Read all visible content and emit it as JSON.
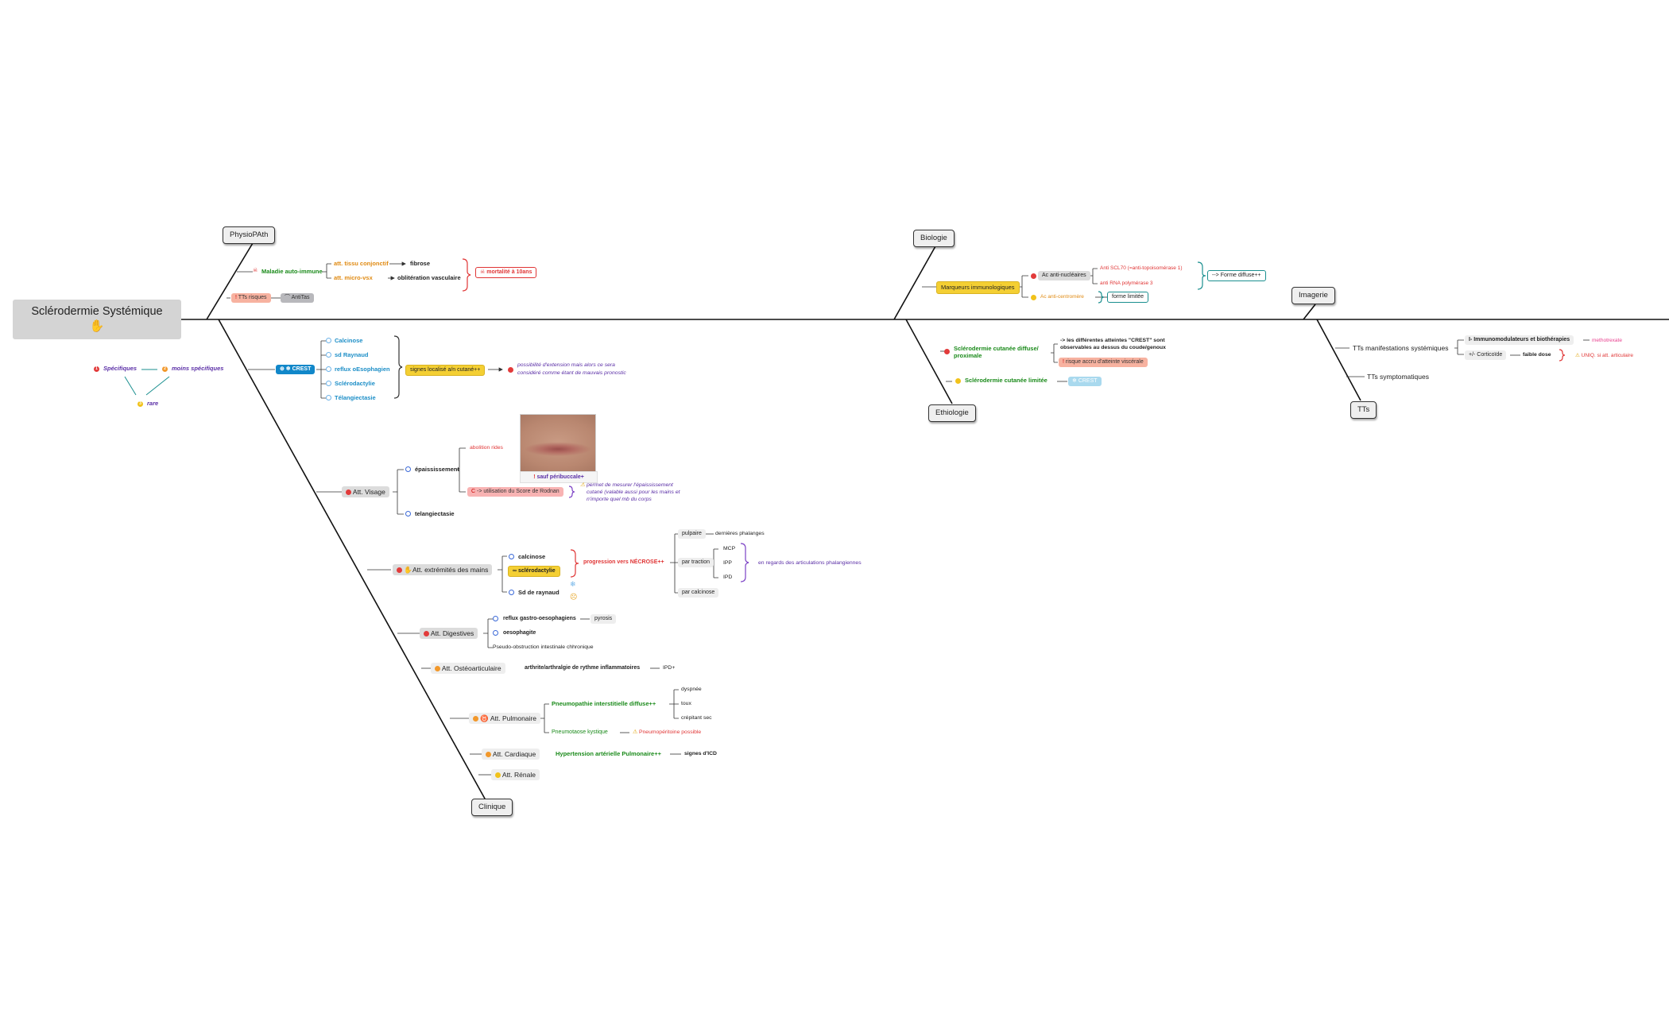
{
  "root": {
    "title": "Sclérodermie Systémique",
    "icon": "hand-icon"
  },
  "categories": {
    "physio": "PhysioPAth",
    "biologie": "Biologie",
    "imagerie": "Imagerie",
    "ethiologie": "Ethiologie",
    "tts": "TTs",
    "clinique": "Clinique"
  },
  "legend": {
    "specifiques": "Spécifiques",
    "moins": "moins spécifiques",
    "rare": "rare"
  },
  "physio": {
    "maladie": "Maladie auto-immune",
    "tissu": "att. tissu conjonctif",
    "fibrose": "fibrose",
    "microvx": "att. micro-vsx",
    "obliteration": "oblitération vasculaire",
    "mortalite": "mortalité à 10ans",
    "tts_risques": "TTs risques",
    "antitas": "AntiTas"
  },
  "biologie": {
    "marqueurs": "Marqueurs immunologiques",
    "ac_nucl": "Ac anti-nucléaires",
    "scl70": "Anti SCL70 (=anti-topoisomérase 1)",
    "rna": "anti RNA polymérase 3",
    "diffuse": "--> Forme diffuse++",
    "centro": "Ac anti-centromère",
    "limitee": "forme limitée"
  },
  "ethiologie": {
    "diffuse": "Sclérodermie cutanée diffuse/ proximale",
    "crest_text_1": "-> les différentes atteintes \"CREST\" sont",
    "crest_text_2": "observables au dessus du coude/genoux",
    "risque": "risque accru d'atteinte viscérale",
    "limitee": "Sclérodermie cutanée limitée",
    "crest": "CREST"
  },
  "tts": {
    "systemiques": "TTs manifestations systémiques",
    "immuno": "I- Immunomodulateurs et biothérapies",
    "methotrexate": "methotrexate",
    "cortico": "+/- Corticoïde",
    "faible": "faible dose",
    "uniq": "UNIQ. si att. articulaire",
    "symptomatiques": "TTs symptomatiques"
  },
  "crest": {
    "label": "CREST",
    "items": [
      "Calcinose",
      "sd Raynaud",
      "reflux oEsophagien",
      "Sclérodactylie",
      "Télangiectasie"
    ],
    "signes": "signes localisé a/n cutané++",
    "possib_1": "possibilité d'extension mais alors ce sera",
    "possib_2": "considéré comme étant de mauvais pronostic"
  },
  "visage": {
    "label": "Att. Visage",
    "epaiss": "épaississement",
    "abolition": "abolition rides",
    "sauf": "sauf péribuccale+",
    "rodnan": "-> utilisation du Score de Rodnan",
    "permet_1": "permet de mesurer l'épaississement",
    "permet_2": "cutané (valable aussi pour les mains et",
    "permet_3": "n'importe quel mb du corps",
    "telang": "telangiectasie"
  },
  "mains": {
    "label": "Att. extrémités des mains",
    "calcinose": "calcinose",
    "sclero": "sclérodactylie",
    "raynaud": "Sd de raynaud",
    "progression": "progression vers NÉCROSE++",
    "pulpaire": "pulpaire",
    "dernieres": "dernières phalanges",
    "traction": "par traction",
    "mcp": "MCP",
    "ipp": "IPP",
    "ipd": "IPD",
    "regards": "en regards des articulations phalangiennes",
    "par_calcinose": "par calcinose"
  },
  "digestives": {
    "label": "Att. Digestives",
    "reflux": "reflux gastro-oesophagiens",
    "pyrosis": "pyrosis",
    "oesophagite": "oesophagite",
    "pseudo": "Pseudo-obstruction intestinale chhronique"
  },
  "osteo": {
    "label": "Att. Ostéoarticulaire",
    "arthrite": "arthrite/arthralgie de rythme inflammatoires",
    "ipd": "IPD+"
  },
  "pulmonaire": {
    "label": "Att. Pulmonaire",
    "pid": "Pneumopathie interstitielle diffuse++",
    "dyspnee": "dyspnée",
    "toux": "toux",
    "crepitant": "crépitant sec",
    "kystique": "Pneumotaose kystique",
    "pneumo": "Pneumopéritoine possible"
  },
  "cardiaque": {
    "label": "Att. Cardiaque",
    "hta": "Hypertension artérielle Pulmonaire++",
    "signes": "signes d'ICD"
  },
  "renale": {
    "label": "Att. Rénale"
  }
}
